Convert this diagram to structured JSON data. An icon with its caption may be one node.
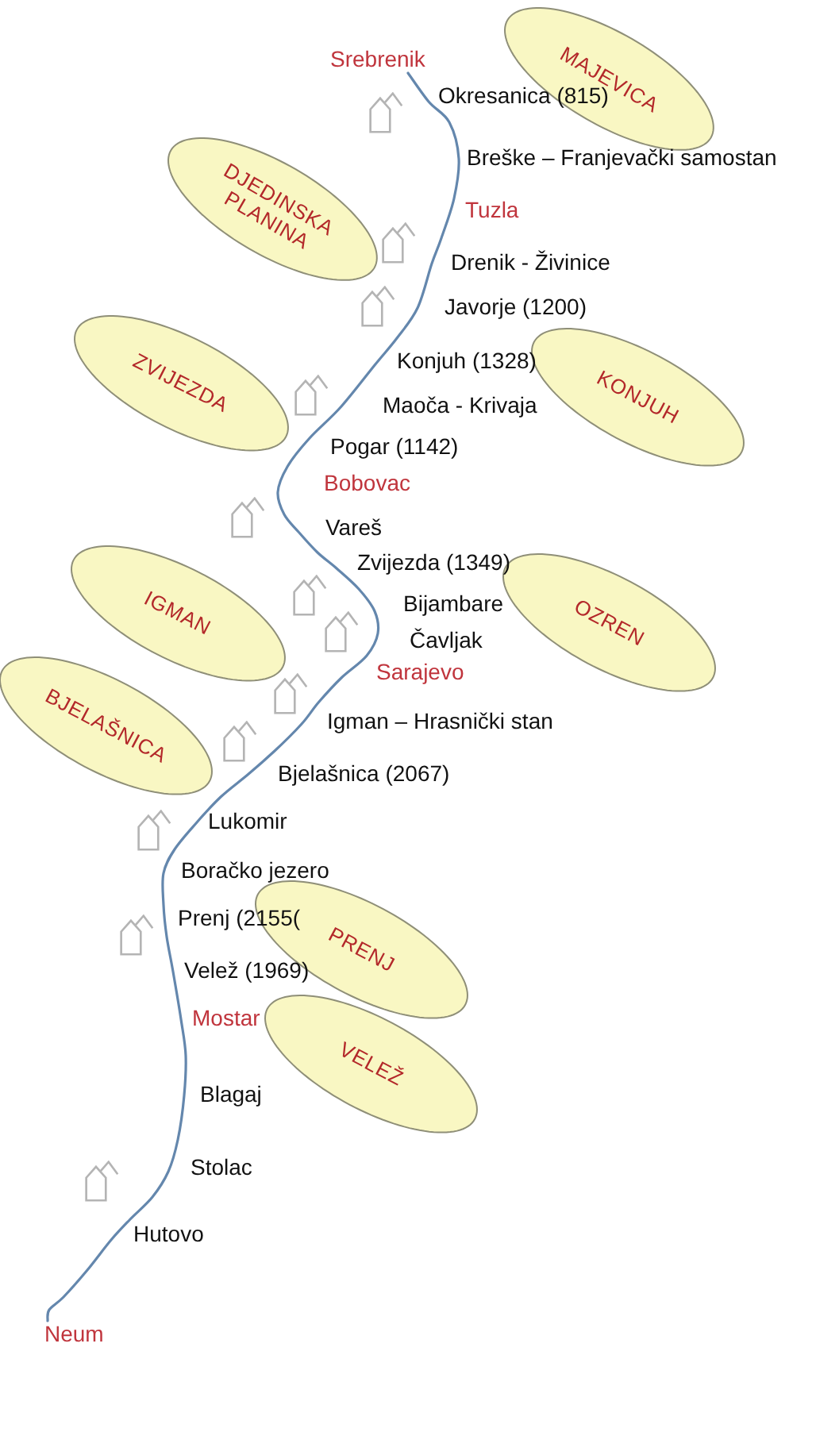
{
  "diagram": {
    "nodes": [
      {
        "text": [
          "MAJEVICA"
        ]
      },
      {
        "text": [
          "Srebrenik"
        ]
      },
      {
        "text": [
          "DJEDINSKA PLANINA"
        ]
      },
      {
        "text": [
          "ZVIJEZDA"
        ]
      },
      {
        "text": [
          "KONJUH"
        ]
      },
      {
        "text": [
          "IGMAN"
        ]
      },
      {
        "text": [
          "OZREN"
        ]
      },
      {
        "text": [
          "BJELAŠNICA"
        ]
      },
      {
        "text": [
          "PRENJ"
        ]
      },
      {
        "text": [
          "VELEŽ"
        ]
      },
      {
        "text": [
          "Neum"
        ]
      }
    ],
    "edges": [
      {
        "from": 1,
        "to": 10,
        "arrow": "none"
      }
    ],
    "labels": [
      "Okresanica (815)",
      "Breške – Franjevački samostan",
      "Tuzla",
      "Drenik - Živinice",
      "Javorje (1200)",
      "Konjuh (1328)",
      "Maoča - Krivaja",
      "Pogar (1142)",
      "Bobovac",
      "Vareš",
      "Zvijezda (1349)",
      "Bijambare",
      "Čavljak",
      "Sarajevo",
      "Igman – Hrasnički stan",
      "Bjelašnica (2067)",
      "Lukomir",
      "Boračko jezero",
      "Prenj (2155(",
      "Velež (1969)",
      "Mostar",
      "Blagaj",
      "Stolac",
      "Hutovo"
    ]
  }
}
